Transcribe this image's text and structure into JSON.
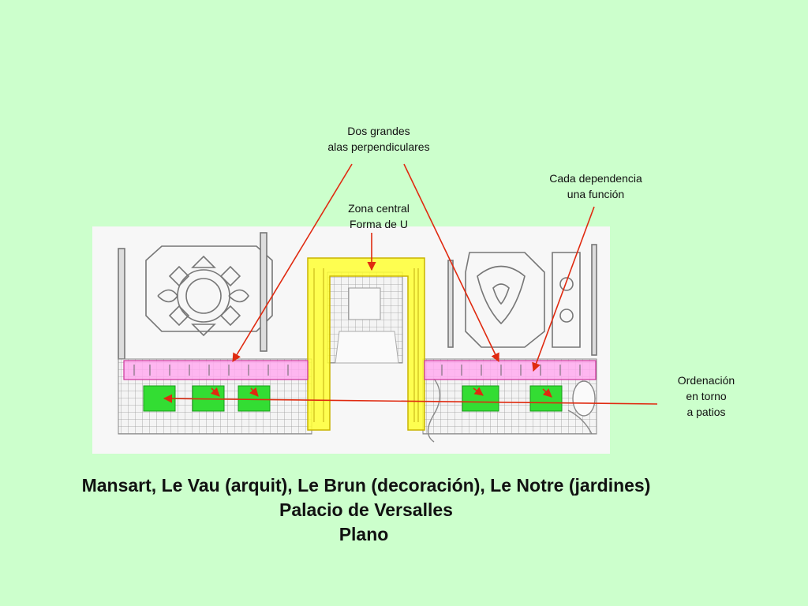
{
  "annotations": {
    "dos_grandes": {
      "line1": "Dos grandes",
      "line2": "alas perpendiculares"
    },
    "cada_dependencia": {
      "line1": "Cada dependencia",
      "line2": "una función"
    },
    "zona_central": {
      "line1": "Zona central",
      "line2": "Forma de U"
    },
    "ordenacion": {
      "line1": "Ordenación",
      "line2": "en torno",
      "line3": "a patios"
    }
  },
  "caption": {
    "line1": "Mansart, Le Vau (arquit), Le Brun (decoración), Le Notre (jardines)",
    "line2": "Palacio de Versalles",
    "line3": "Plano"
  },
  "colors": {
    "background": "#ccffcc",
    "u_zone": "#ffff33",
    "wings": "#ffaaee",
    "patios": "#33dd33",
    "arrows": "#e02a10"
  }
}
